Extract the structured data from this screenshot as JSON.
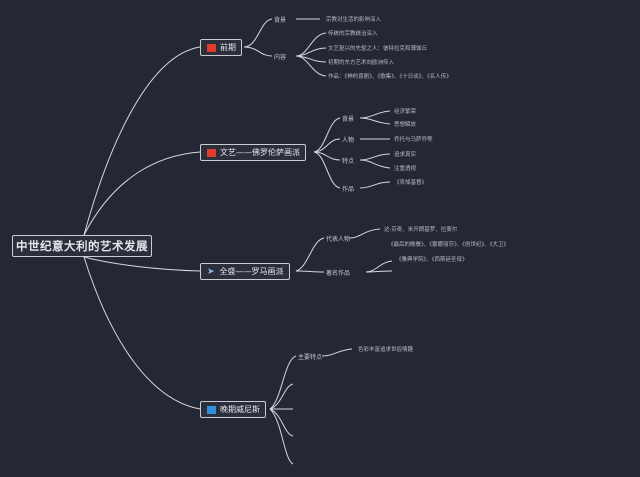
{
  "root": {
    "title": "中世纪意大利的艺术发展"
  },
  "branches": [
    {
      "title": "前期",
      "flag": "red",
      "groups": [
        {
          "label": "背景",
          "items": [
            "宗教对生活的影响深入"
          ]
        },
        {
          "label": "内容",
          "items": [
            "传统的宗教统治深入",
            "文艺复兴的先驱之人：彼特拉克和薄伽丘",
            "初期的东方艺术向欧洲传入",
            "作品：《神的喜剧》、《歌集》、《十日谈》、《名人传》"
          ]
        }
      ]
    },
    {
      "title": "文艺——佛罗伦萨画派",
      "flag": "red",
      "groups": [
        {
          "label": "背景",
          "items": [
            "经济繁荣",
            "思想解放"
          ]
        },
        {
          "label": "人物",
          "items": [
            "乔托与马萨乔等"
          ]
        },
        {
          "label": "特点",
          "items": [
            "追求真实",
            "注重透视"
          ]
        },
        {
          "label": "作品",
          "items": [
            "《哀悼基督》"
          ]
        }
      ]
    },
    {
      "title": "全盛——罗马画派",
      "icon": "plane",
      "groups": [
        {
          "label": "代表人物",
          "items": [
            "达·芬奇、米开朗基罗、拉斐尔"
          ]
        },
        {
          "label": "著名作品",
          "items": [
            "《最后的晚餐》、《蒙娜丽莎》、《创世纪》、《大卫》",
            "《雅典学院》、《西斯廷圣母》"
          ]
        }
      ]
    },
    {
      "title": "晚期威尼斯",
      "flag": "blue",
      "groups": [
        {
          "label": "主要特点",
          "items": [
            "色彩丰富追求世俗情趣"
          ]
        }
      ]
    }
  ],
  "colors": {
    "background": "#232834",
    "line": "#d6d8dc",
    "flag_red": "#e23a2f",
    "flag_blue": "#2f8fe0"
  }
}
